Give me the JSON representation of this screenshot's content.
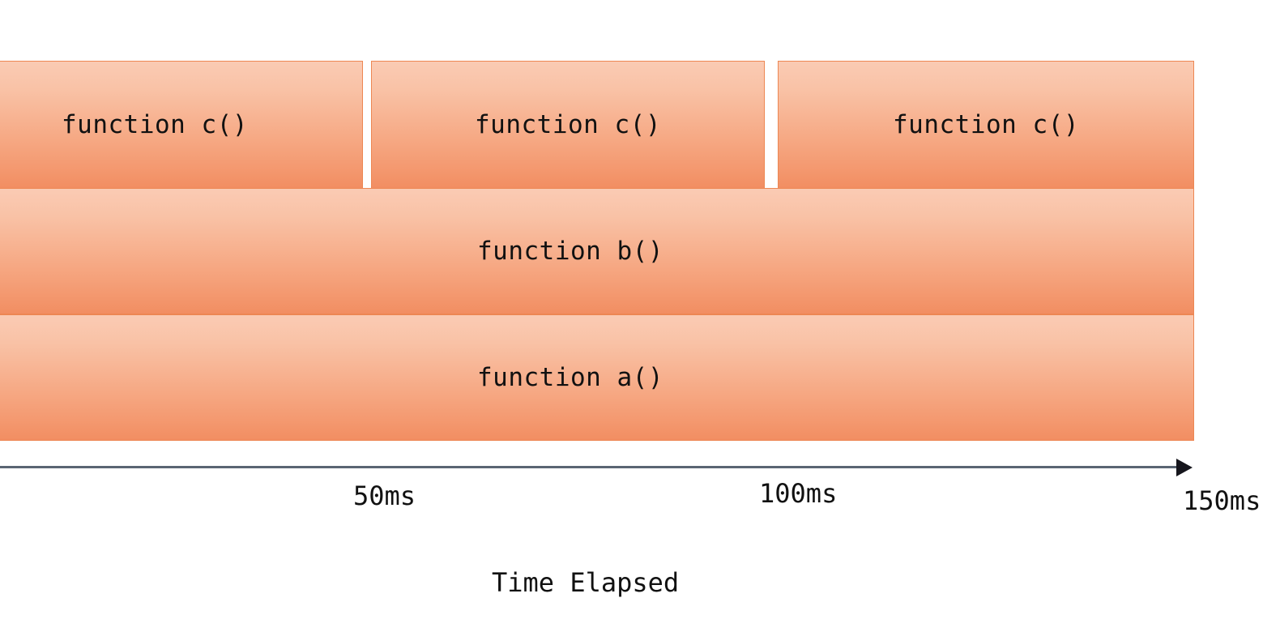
{
  "chart_data": {
    "type": "bar",
    "title": "",
    "subtitle": "",
    "xlabel": "Time Elapsed",
    "ylabel": "",
    "xlim": [
      0,
      150
    ],
    "xunit": "ms",
    "grid": false,
    "legend": null,
    "orientation": "horizontal-stacked-flamegraph",
    "xtick_values": [
      50,
      100,
      150
    ],
    "xtick_labels": [
      "50ms",
      "100ms",
      "150ms"
    ],
    "depth_levels": [
      {
        "level": 0,
        "name": "function a()",
        "spans": [
          {
            "label": "function a()",
            "start": -8,
            "end": 150
          }
        ]
      },
      {
        "level": 1,
        "name": "function b()",
        "spans": [
          {
            "label": "function b()",
            "start": -8,
            "end": 150
          }
        ]
      },
      {
        "level": 2,
        "name": "function c()",
        "spans": [
          {
            "label": "function c()",
            "start": -8,
            "end": 46
          },
          {
            "label": "function c()",
            "start": 47,
            "end": 97
          },
          {
            "label": "function c()",
            "start": 99,
            "end": 150
          }
        ]
      }
    ]
  },
  "axis": {
    "title": "Time Elapsed",
    "ticks": [
      {
        "label": "50ms"
      },
      {
        "label": "100ms"
      },
      {
        "label": "150ms"
      }
    ]
  },
  "bars": {
    "c1": {
      "label": "function c()"
    },
    "c2": {
      "label": "function c()"
    },
    "c3": {
      "label": "function c()"
    },
    "b": {
      "label": "function b()"
    },
    "a": {
      "label": "function a()"
    }
  },
  "colors": {
    "bar_gradient_top": "#FACBB4",
    "bar_gradient_bottom": "#F28E62",
    "bar_border": "#ED8753",
    "axis_line": "#5A6573",
    "arrow_head": "#16161D",
    "text": "#111111",
    "background": "#FFFFFF"
  }
}
